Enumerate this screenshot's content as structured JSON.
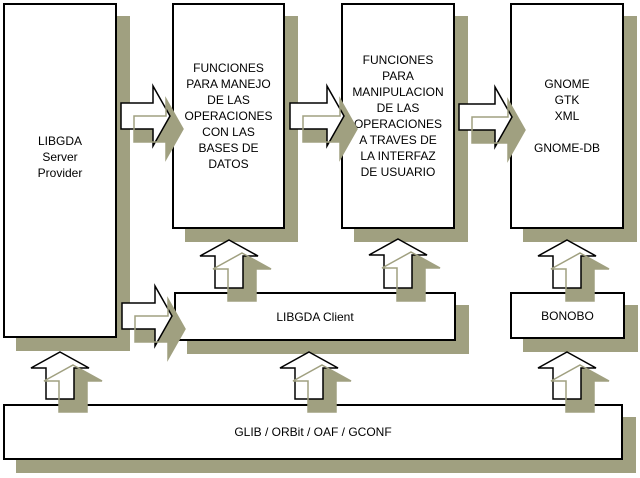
{
  "diagram": {
    "title": "LIBGDA / GNOME-DB architecture diagram",
    "colors": {
      "shadow": "#A0A080",
      "line": "#000000",
      "node_fill": "#FFFFFF",
      "background": "#FFFFFF",
      "text": "#000000"
    },
    "nodes": {
      "libgda_server_provider": {
        "label": "LIBGDA\nServer\nProvider"
      },
      "funciones_manejo": {
        "label": "FUNCIONES\nPARA MANEJO\nDE LAS\nOPERACIONES\nCON LAS\nBASES DE\nDATOS"
      },
      "funciones_manipulacion": {
        "label": "FUNCIONES\nPARA\nMANIPULACION\nDE LAS\nOPERACIONES\nA TRAVES DE\nLA INTERFAZ\nDE USUARIO"
      },
      "gnome_gtk_xml": {
        "label": "GNOME\nGTK\nXML\n\nGNOME-DB"
      },
      "libgda_client": {
        "label": "LIBGDA Client"
      },
      "bonobo": {
        "label": "BONOBO"
      },
      "glib": {
        "label": "GLIB / ORBit / OAF / GCONF"
      }
    },
    "edges": [
      {
        "from": "libgda_server_provider",
        "to": "funciones_manejo",
        "direction": "right"
      },
      {
        "from": "funciones_manejo",
        "to": "funciones_manipulacion",
        "direction": "right"
      },
      {
        "from": "funciones_manipulacion",
        "to": "gnome_gtk_xml",
        "direction": "right"
      },
      {
        "from": "libgda_server_provider",
        "to": "libgda_client",
        "direction": "right"
      },
      {
        "from": "libgda_client",
        "to": "funciones_manejo",
        "direction": "up"
      },
      {
        "from": "libgda_client",
        "to": "funciones_manipulacion",
        "direction": "up"
      },
      {
        "from": "bonobo",
        "to": "gnome_gtk_xml",
        "direction": "up"
      },
      {
        "from": "glib",
        "to": "libgda_server_provider",
        "direction": "up"
      },
      {
        "from": "glib",
        "to": "libgda_client",
        "direction": "up"
      },
      {
        "from": "glib",
        "to": "bonobo",
        "direction": "up"
      }
    ]
  }
}
